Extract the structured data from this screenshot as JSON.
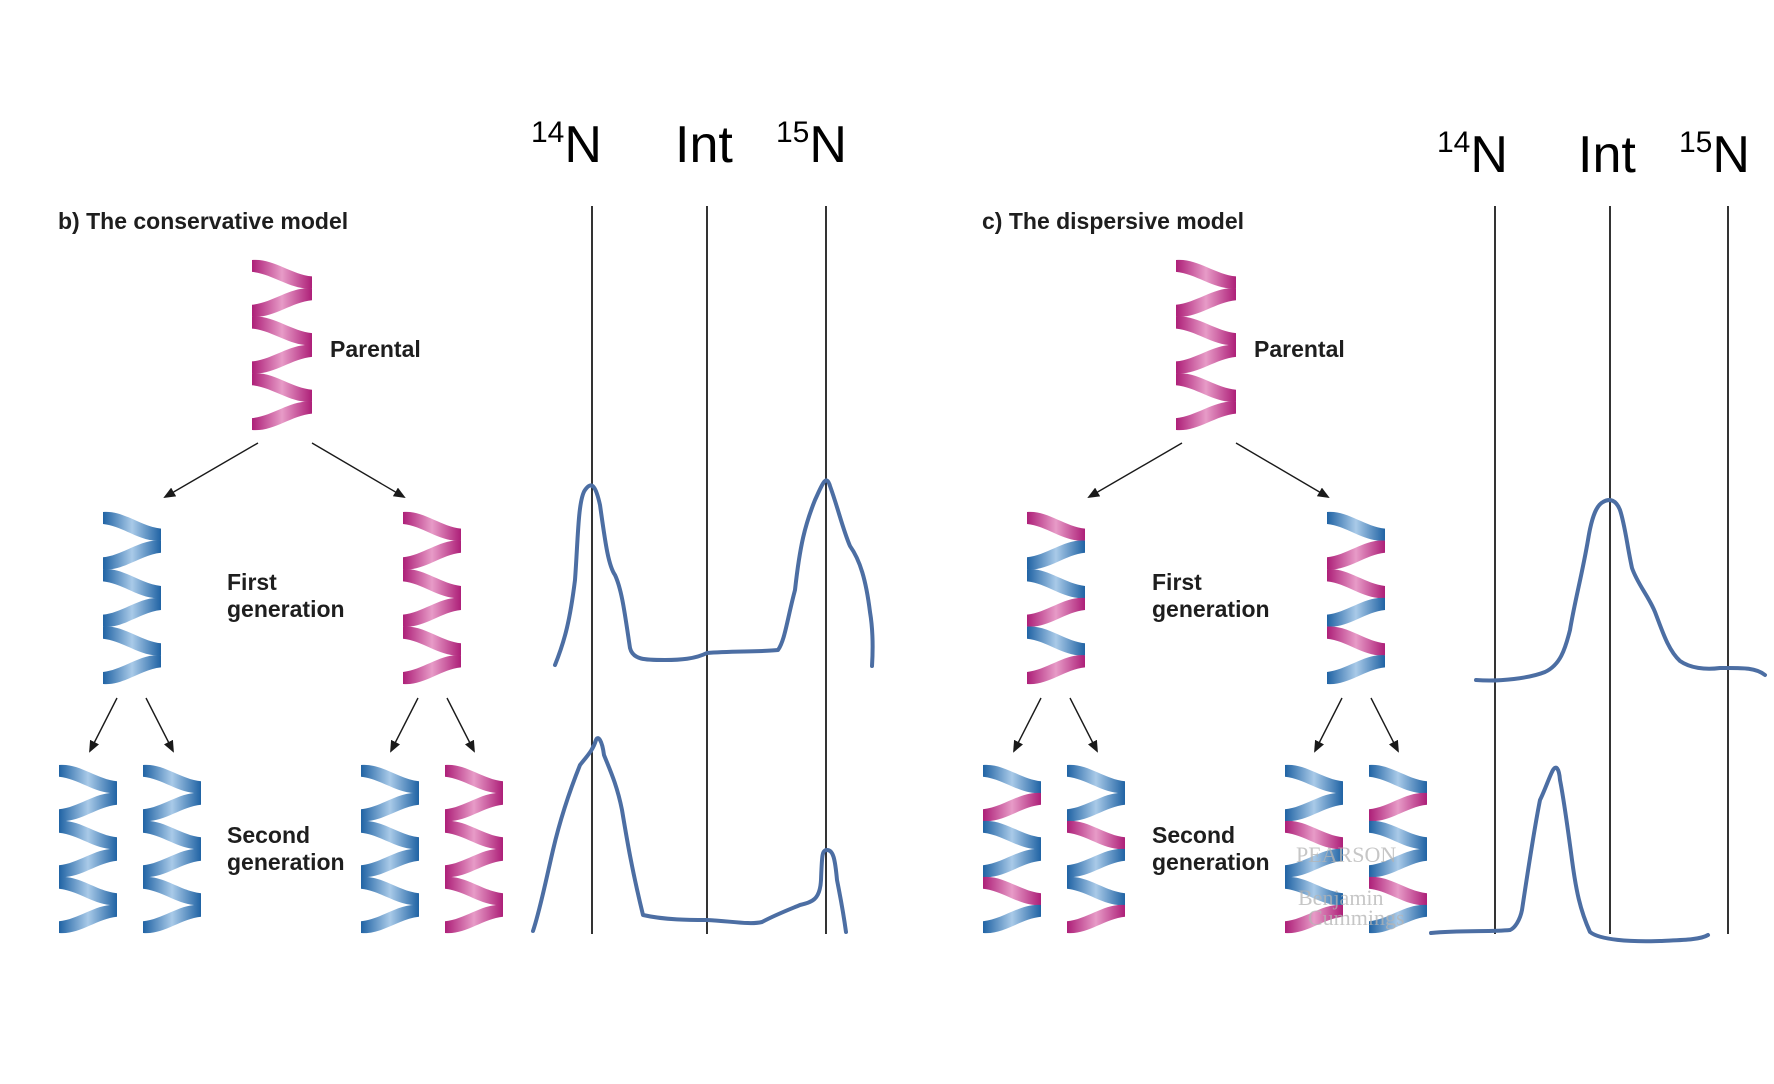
{
  "colors": {
    "heavy_strand": "#ad1f78",
    "heavy_strand_light": "#e79bc7",
    "light_strand": "#2063a4",
    "light_strand_light": "#a9cae8",
    "trace": "#4c6ea3"
  },
  "band_labels": {
    "n14_sup": "14",
    "n14_base": "N",
    "int": "Int",
    "n15_sup": "15",
    "n15_base": "N"
  },
  "panels": [
    {
      "title": "b) The conservative model",
      "parental_label": "Parental",
      "first_gen_label": [
        "First",
        "generation"
      ],
      "second_gen_label": [
        "Second",
        "generation"
      ]
    },
    {
      "title": "c) The dispersive model",
      "parental_label": "Parental",
      "first_gen_label": [
        "First",
        "generation"
      ],
      "second_gen_label": [
        "Second",
        "generation"
      ],
      "watermark": [
        "PEARSON",
        "Benjamin",
        "Cummings"
      ]
    }
  ]
}
